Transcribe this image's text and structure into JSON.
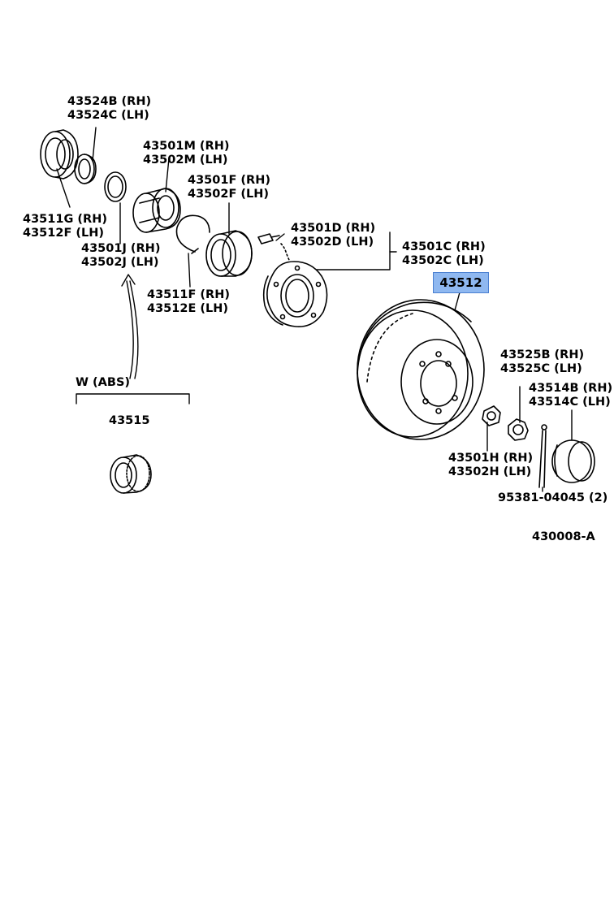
{
  "labels": {
    "p43524": [
      "43524B (RH)",
      "43524C (LH)"
    ],
    "p43511g": [
      "43511G (RH)",
      "43512F (LH)"
    ],
    "p43501m": [
      "43501M (RH)",
      "43502M (LH)"
    ],
    "p43501f": [
      "43501F (RH)",
      "43502F (LH)"
    ],
    "p43501j": [
      "43501J (RH)",
      "43502J (LH)"
    ],
    "p43511f": [
      "43511F (RH)",
      "43512E (LH)"
    ],
    "p43501d": [
      "43501D (RH)",
      "43502D (LH)"
    ],
    "p43501c": [
      "43501C (RH)",
      "43502C (LH)"
    ],
    "p43512": "43512",
    "p43525": [
      "43525B (RH)",
      "43525C (LH)"
    ],
    "p43514": [
      "43514B (RH)",
      "43514C (LH)"
    ],
    "p43501h": [
      "43501H (RH)",
      "43502H (LH)"
    ],
    "p95381": "95381-04045 (2)",
    "w_abs": "W (ABS)",
    "p43515": "43515",
    "figure_id": "430008-A"
  },
  "colors": {
    "highlight_fill": "#8fb8f0",
    "highlight_border": "#4a7fd0",
    "ink": "#000000"
  }
}
